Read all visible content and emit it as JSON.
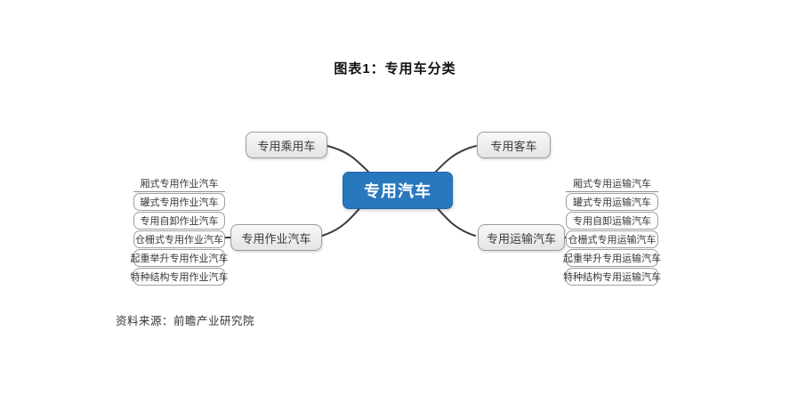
{
  "title": "图表1：专用车分类",
  "source": "资料来源：前瞻产业研究院",
  "diagram": {
    "root": "专用汽车",
    "branches": {
      "passenger": "专用乘用车",
      "bus": "专用客车",
      "work": "专用作业汽车",
      "transport": "专用运输汽车"
    },
    "work_children": [
      "厢式专用作业汽车",
      "罐式专用作业汽车",
      "专用自卸作业汽车",
      "仓栅式专用作业汽车",
      "起重举升专用作业汽车",
      "特种结构专用作业汽车"
    ],
    "transport_children": [
      "厢式专用运输汽车",
      "罐式专用运输汽车",
      "专用自卸运输汽车",
      "仓栅式专用运输汽车",
      "起重举升专用运输汽车",
      "特种结构专用运输汽车"
    ],
    "colors": {
      "root_fill": "#2878BE",
      "root_text": "#FFFFFF",
      "node_fill": "#EFEFEF",
      "node_border": "#9A9A9A",
      "connector": "#3C3C3C"
    }
  }
}
